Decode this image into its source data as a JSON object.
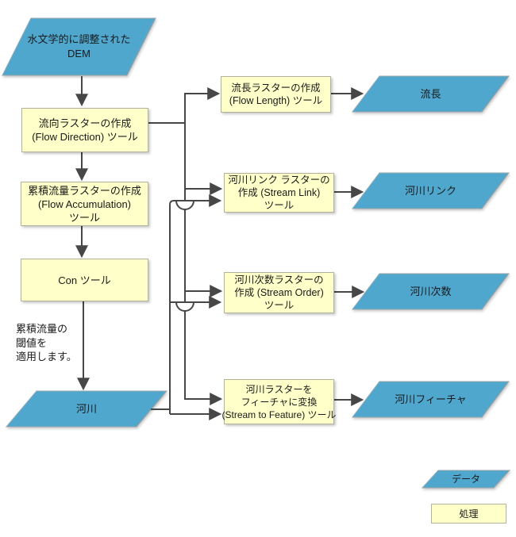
{
  "colors": {
    "data_fill": "#4FA7CE",
    "process_fill": "#FFFFC9",
    "process_border": "#B1B19C",
    "wire": "#474747"
  },
  "nodes": {
    "dem": {
      "lines": [
        "水文学的に調整された",
        "DEM"
      ]
    },
    "flow_direction": {
      "lines": [
        "流向ラスターの作成",
        "(Flow Direction) ツール"
      ]
    },
    "flow_accumulation": {
      "lines": [
        "累積流量ラスターの作成",
        "(Flow Accumulation)",
        "ツール"
      ]
    },
    "con": {
      "lines": [
        "Con ツール"
      ]
    },
    "stream_raster": {
      "lines": [
        "河川"
      ]
    },
    "flow_length_tool": {
      "lines": [
        "流長ラスターの作成",
        "(Flow Length) ツール"
      ]
    },
    "stream_link_tool": {
      "lines": [
        "河川リンク ラスターの",
        "作成 (Stream Link)",
        "ツール"
      ]
    },
    "stream_order_tool": {
      "lines": [
        "河川次数ラスターの",
        "作成 (Stream Order)",
        "ツール"
      ]
    },
    "stream_to_feature_tool": {
      "lines": [
        "河川ラスターを",
        "フィーチャに変換",
        "(Stream to Feature) ツール"
      ]
    },
    "flow_length_data": {
      "lines": [
        "流長"
      ]
    },
    "stream_link_data": {
      "lines": [
        "河川リンク"
      ]
    },
    "stream_order_data": {
      "lines": [
        "河川次数"
      ]
    },
    "stream_feature_data": {
      "lines": [
        "河川フィーチャ"
      ]
    }
  },
  "annotation": {
    "lines": [
      "累積流量の",
      "閾値を",
      "適用します。"
    ]
  },
  "legend": {
    "data_label": "データ",
    "process_label": "処理"
  }
}
